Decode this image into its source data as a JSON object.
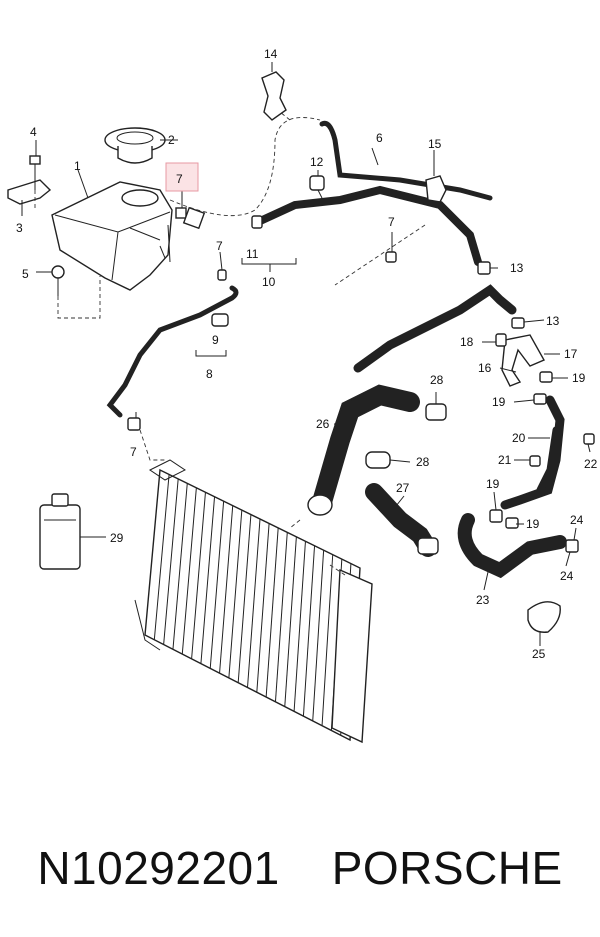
{
  "callouts": [
    {
      "id": "c1",
      "text": "1"
    },
    {
      "id": "c2",
      "text": "2"
    },
    {
      "id": "c3",
      "text": "3"
    },
    {
      "id": "c4",
      "text": "4"
    },
    {
      "id": "c5",
      "text": "5"
    },
    {
      "id": "c6",
      "text": "6"
    },
    {
      "id": "c7a",
      "text": "7"
    },
    {
      "id": "c7b",
      "text": "7"
    },
    {
      "id": "c7c",
      "text": "7"
    },
    {
      "id": "c7d",
      "text": "7"
    },
    {
      "id": "c8",
      "text": "8"
    },
    {
      "id": "c9",
      "text": "9"
    },
    {
      "id": "c10",
      "text": "10"
    },
    {
      "id": "c11",
      "text": "11"
    },
    {
      "id": "c12",
      "text": "12"
    },
    {
      "id": "c13a",
      "text": "13"
    },
    {
      "id": "c13b",
      "text": "13"
    },
    {
      "id": "c14",
      "text": "14"
    },
    {
      "id": "c15",
      "text": "15"
    },
    {
      "id": "c16",
      "text": "16"
    },
    {
      "id": "c17",
      "text": "17"
    },
    {
      "id": "c18",
      "text": "18"
    },
    {
      "id": "c19a",
      "text": "19"
    },
    {
      "id": "c19b",
      "text": "19"
    },
    {
      "id": "c19c",
      "text": "19"
    },
    {
      "id": "c19d",
      "text": "19"
    },
    {
      "id": "c20",
      "text": "20"
    },
    {
      "id": "c21",
      "text": "21"
    },
    {
      "id": "c22",
      "text": "22"
    },
    {
      "id": "c23",
      "text": "23"
    },
    {
      "id": "c24a",
      "text": "24"
    },
    {
      "id": "c24b",
      "text": "24"
    },
    {
      "id": "c25",
      "text": "25"
    },
    {
      "id": "c26",
      "text": "26"
    },
    {
      "id": "c27",
      "text": "27"
    },
    {
      "id": "c28a",
      "text": "28"
    },
    {
      "id": "c28b",
      "text": "28"
    },
    {
      "id": "c29",
      "text": "29"
    }
  ],
  "highlight_callout": {
    "text": "7",
    "box_color": "#fbe3e5",
    "border_color": "#e79aa3"
  },
  "caption": {
    "part_number": "N10292201",
    "brand": "PORSCHE"
  }
}
